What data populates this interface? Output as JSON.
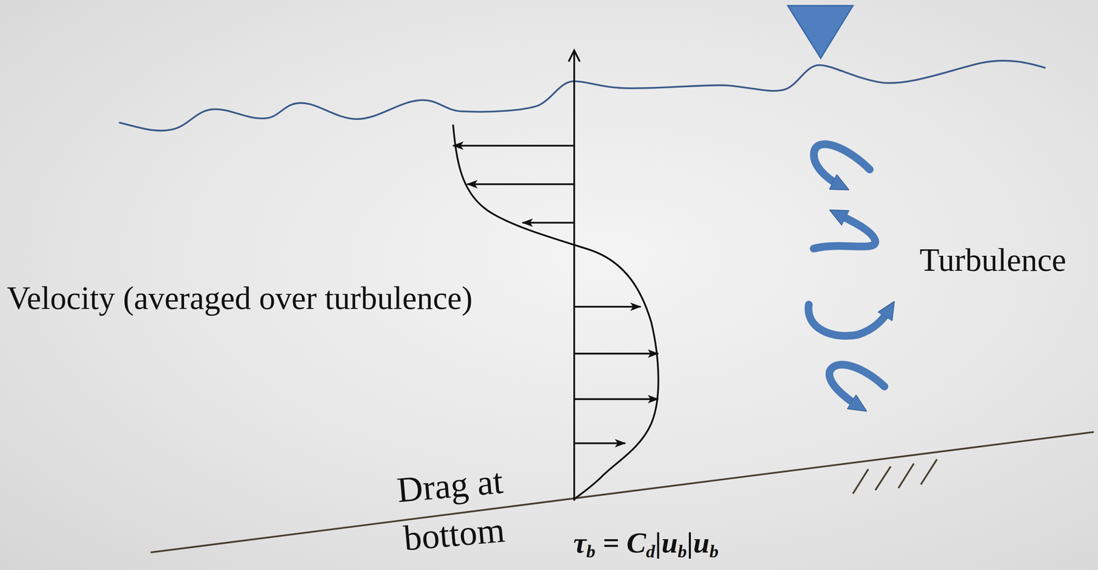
{
  "diagram": {
    "labels": [
      "Velocity (averaged over turbulence)",
      "Turbulence",
      "Drag at bottom",
      "τb = Cd|ub|ub"
    ]
  }
}
